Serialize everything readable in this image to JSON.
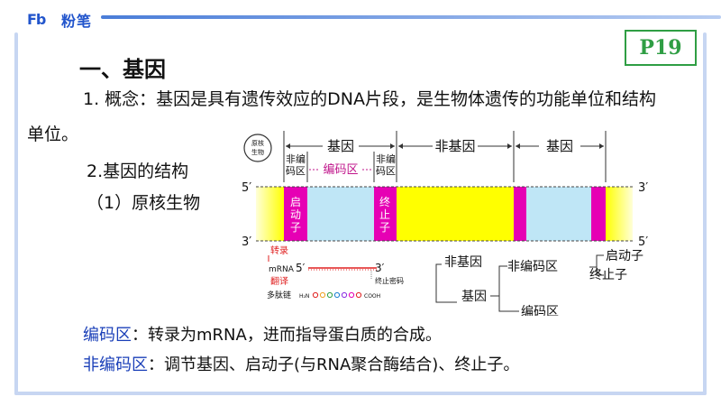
{
  "brand": {
    "logo": "Fb",
    "name": "粉笔"
  },
  "page_badge": "P19",
  "title": "一、基因",
  "concept": {
    "line1": "1. 概念：基因是具有遗传效应的DNA片段，是生物体遗传的功能单位和结构",
    "line2": "单位。"
  },
  "structure_heading": "2.基因的结构",
  "prokaryote_heading": "（1）原核生物",
  "diagram": {
    "organism_badge": [
      "原核",
      "生物"
    ],
    "top_labels": {
      "gene1": "基因",
      "nongene": "非基因",
      "gene2": "基因"
    },
    "sub_labels": {
      "noncoding_left": [
        "非编",
        "码区"
      ],
      "coding": "编码区",
      "noncoding_right": [
        "非编",
        "码区"
      ]
    },
    "strand_ends": {
      "top_left": "5′",
      "top_right": "3′",
      "bottom_left": "3′",
      "bottom_right": "5′"
    },
    "promoter": [
      "启",
      "动",
      "子"
    ],
    "terminator": [
      "终",
      "止",
      "子"
    ],
    "transcription_label": "转录",
    "mrna_label": "mRNA",
    "mrna_5": "5′",
    "mrna_3": "3′",
    "stop_codon_label": "终止密码",
    "translation_label": "翻译",
    "polypeptide_label": "多肽链",
    "n_terminal": "H₂N",
    "c_terminal": "COOH",
    "tree": {
      "nongene": "非基因",
      "gene": "基因",
      "noncoding": "非编码区",
      "coding": "编码区",
      "promoter": "启动子",
      "terminator": "终止子"
    },
    "colors": {
      "yellow": "#ffff00",
      "magenta": "#e600b4",
      "lightblue": "#bfe6f6",
      "red": "#e02020"
    }
  },
  "definitions": {
    "coding_term": "编码区",
    "coding_text": "：转录为mRNA，进而指导蛋白质的合成。",
    "noncoding_term": "非编码区",
    "noncoding_text": "：调节基因、启动子(与RNA聚合酶结合)、终止子。"
  }
}
